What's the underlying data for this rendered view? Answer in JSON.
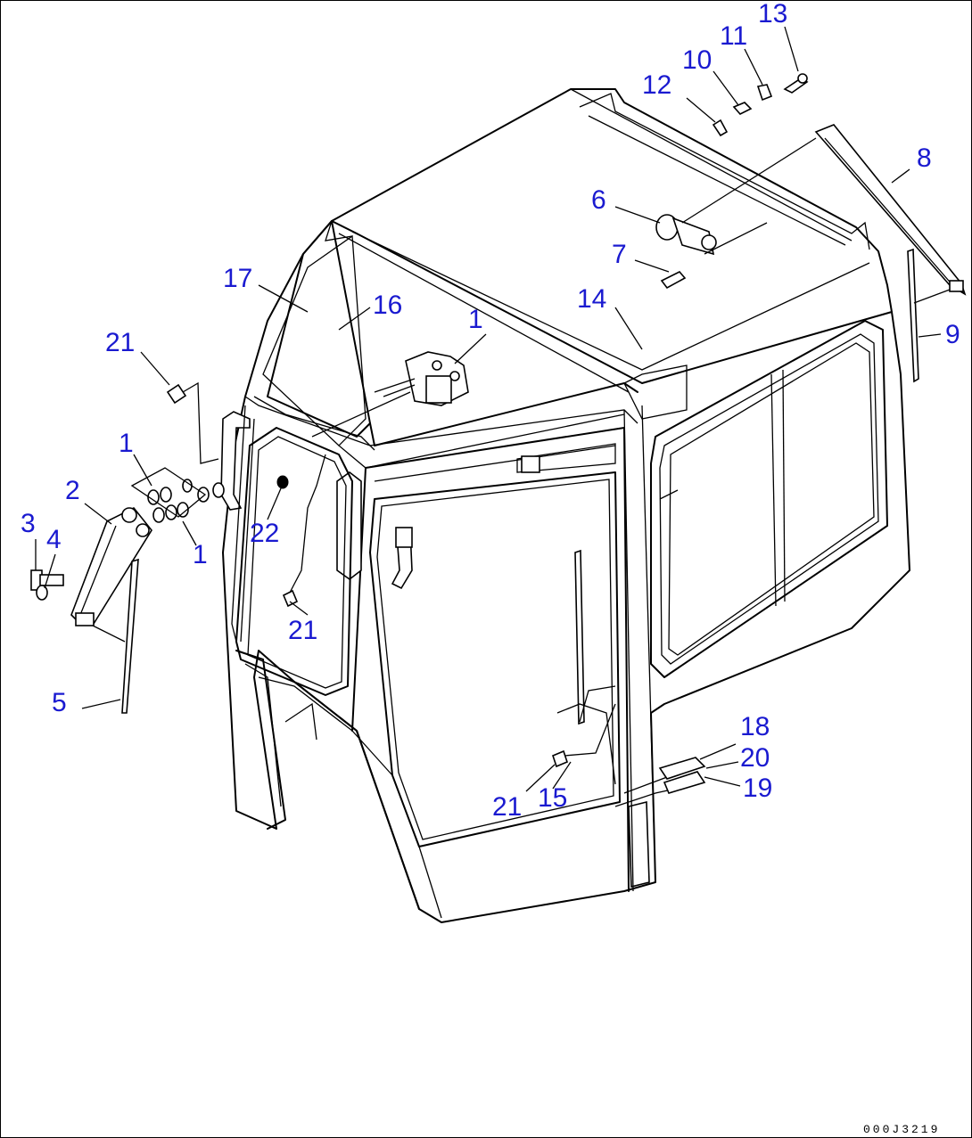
{
  "diagram": {
    "document_id": "000J3219",
    "callouts": [
      {
        "label": "1"
      },
      {
        "label": "1"
      },
      {
        "label": "1"
      },
      {
        "label": "2"
      },
      {
        "label": "3"
      },
      {
        "label": "4"
      },
      {
        "label": "5"
      },
      {
        "label": "6"
      },
      {
        "label": "7"
      },
      {
        "label": "8"
      },
      {
        "label": "9"
      },
      {
        "label": "10"
      },
      {
        "label": "11"
      },
      {
        "label": "12"
      },
      {
        "label": "13"
      },
      {
        "label": "14"
      },
      {
        "label": "15"
      },
      {
        "label": "16"
      },
      {
        "label": "17"
      },
      {
        "label": "18"
      },
      {
        "label": "19"
      },
      {
        "label": "20"
      },
      {
        "label": "21"
      },
      {
        "label": "21"
      },
      {
        "label": "21"
      },
      {
        "label": "22"
      }
    ]
  },
  "colors": {
    "callout": "#1a1ad0",
    "line": "#000000"
  }
}
